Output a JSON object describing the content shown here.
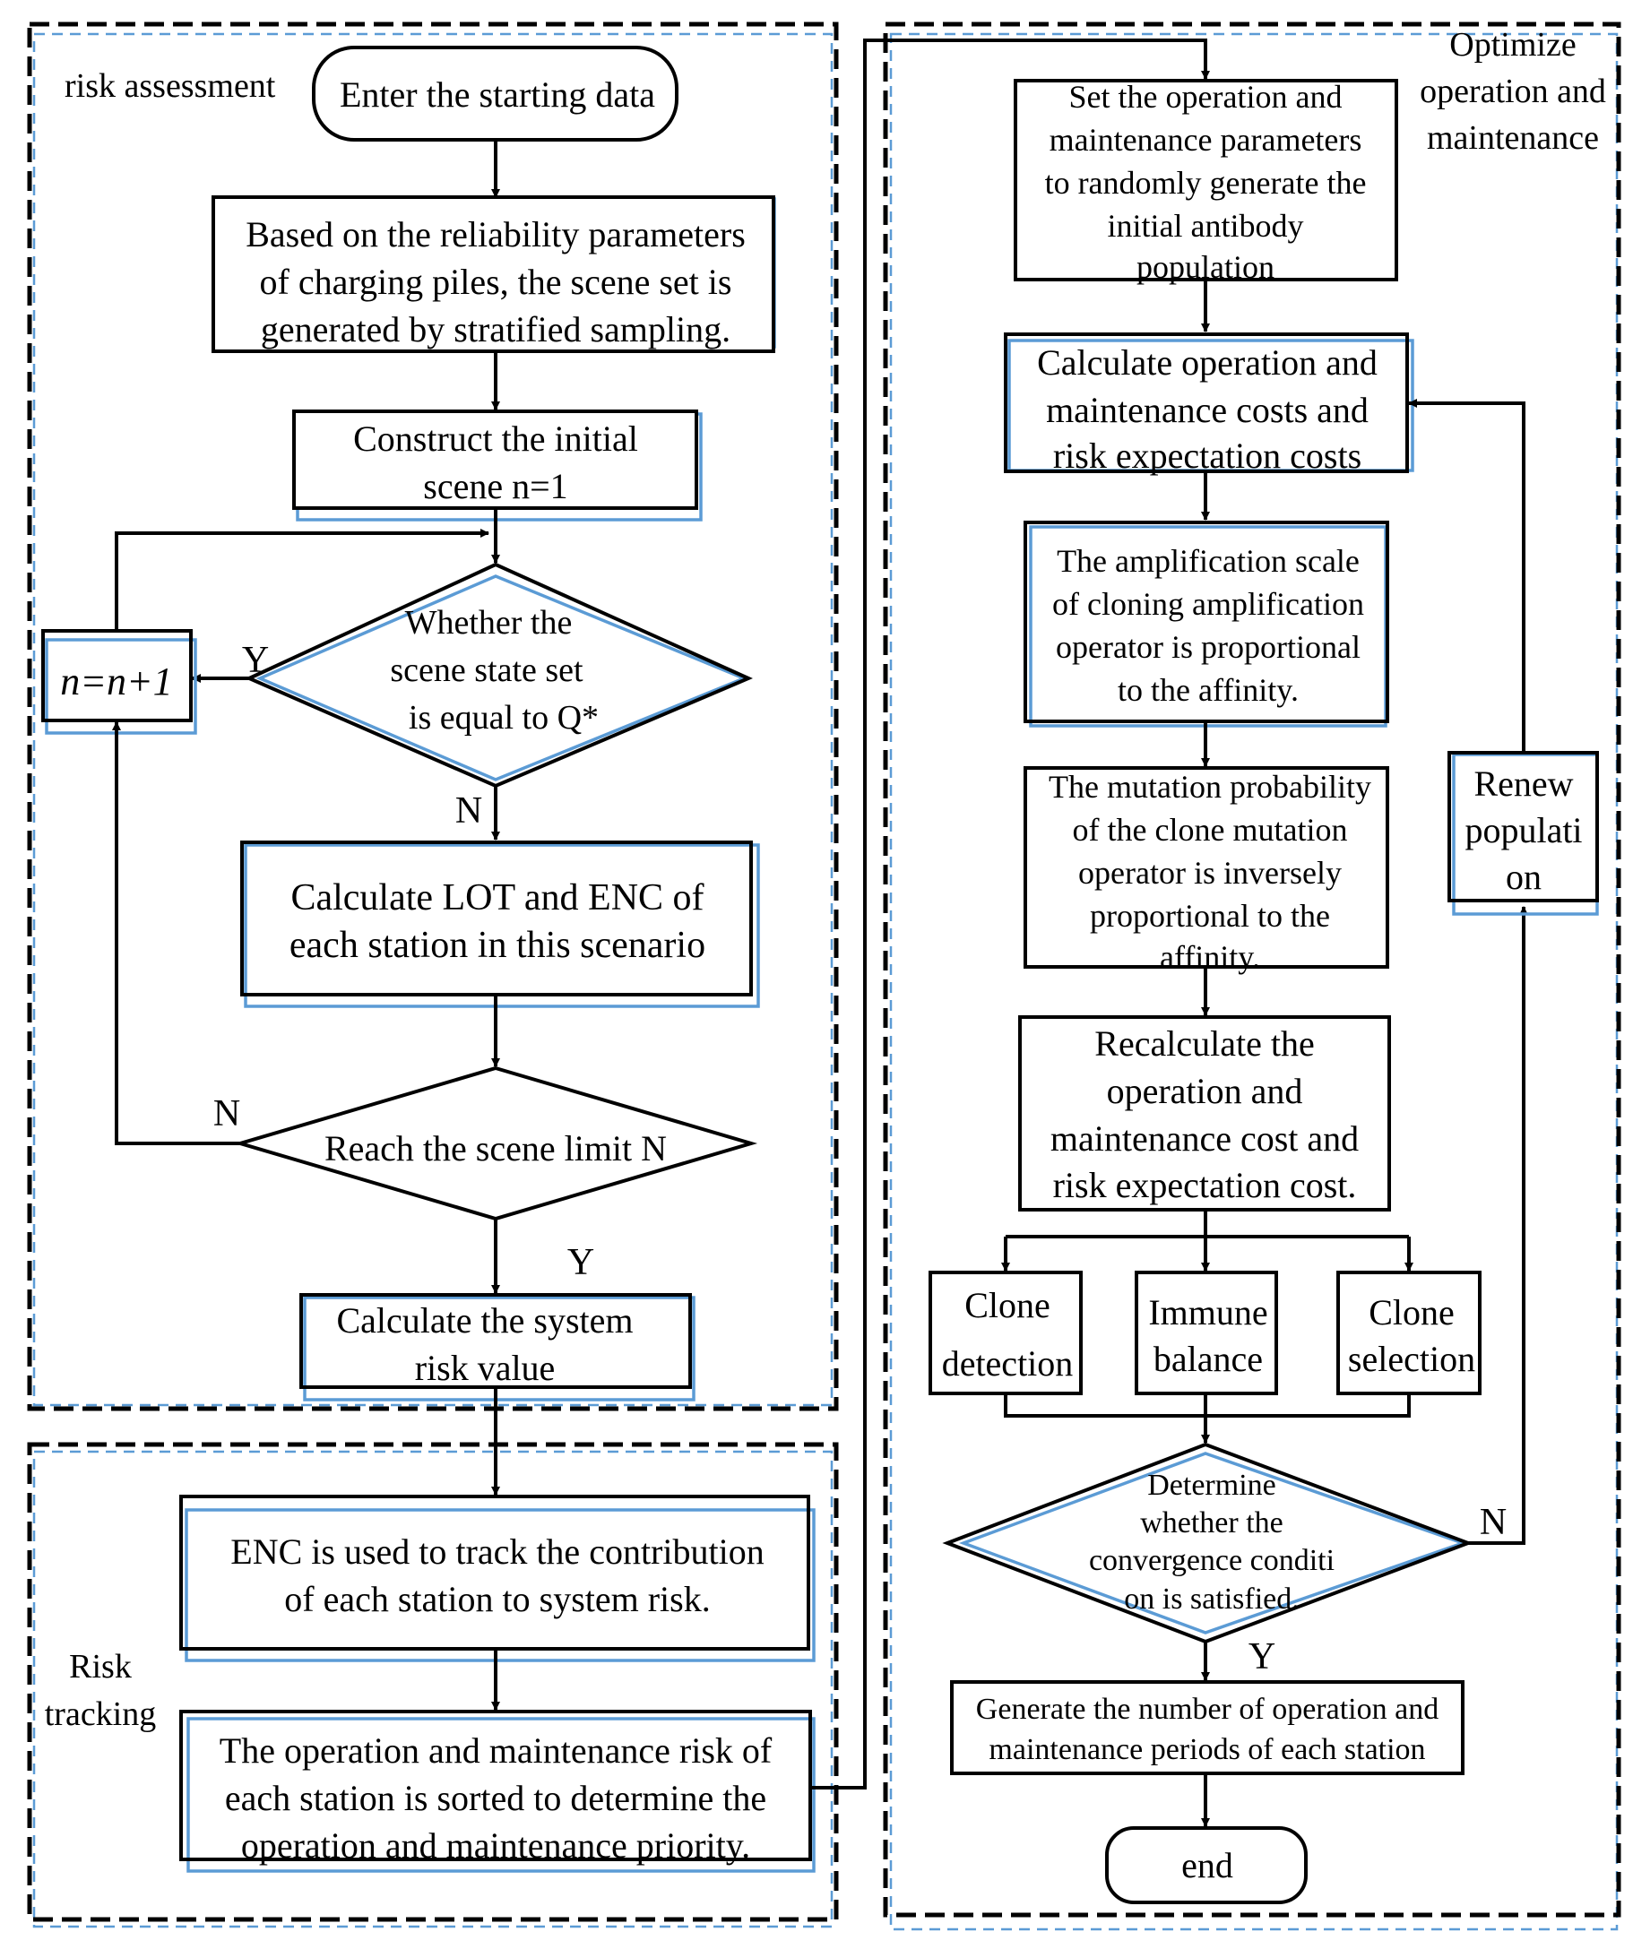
{
  "sections": {
    "risk_assessment": "risk assessment",
    "risk_tracking": [
      "Risk",
      "tracking"
    ],
    "optimize": [
      "Optimize",
      "operation and",
      "maintenance"
    ]
  },
  "left": {
    "start": "Enter the starting data",
    "sample": [
      "Based on the reliability parameters",
      "of charging piles, the scene set is",
      "generated by stratified sampling."
    ],
    "construct": [
      "Construct the initial",
      "scene n=1"
    ],
    "increment": "n=n+1",
    "decision1": [
      "Whether the",
      "scene state set",
      "is equal to Q*"
    ],
    "calc": [
      "Calculate LOT and ENC of",
      "each station in this scenario"
    ],
    "decision2": "Reach the scene limit N",
    "system_risk": [
      "Calculate the system",
      "risk value"
    ],
    "enc_track": [
      "ENC is used to track the contribution",
      "of each station to system risk."
    ],
    "sort": [
      "The operation and maintenance risk of",
      "each station is sorted to determine the",
      "operation and maintenance priority."
    ],
    "labels": {
      "y1": "Y",
      "n1": "N",
      "n2": "N",
      "y2": "Y"
    }
  },
  "right": {
    "set_params": [
      "Set the operation and",
      "maintenance parameters",
      "to randomly generate the",
      "initial antibody",
      "population"
    ],
    "calc_costs": [
      "Calculate operation and",
      "maintenance costs and",
      "risk expectation costs"
    ],
    "amplification": [
      "The amplification scale",
      "of cloning amplification",
      "operator is proportional",
      "to the affinity."
    ],
    "mutation": [
      "The mutation probability",
      "of the clone mutation",
      "operator is inversely",
      "proportional to the",
      "affinity."
    ],
    "recalc": [
      "Recalculate the",
      "operation and",
      "maintenance cost and",
      "risk expectation cost."
    ],
    "clone_detection": [
      "Clone",
      "detection"
    ],
    "immune_balance": [
      "Immune",
      "balance"
    ],
    "clone_selection": [
      "Clone",
      "selection"
    ],
    "decision": [
      "Determine",
      "whether the",
      "convergence conditi",
      "on is satisfied."
    ],
    "renew": [
      "Renew",
      "populati",
      "on"
    ],
    "generate": [
      "Generate the number of operation and",
      "maintenance periods of each station"
    ],
    "end": "end",
    "labels": {
      "n": "N",
      "y": "Y"
    }
  }
}
